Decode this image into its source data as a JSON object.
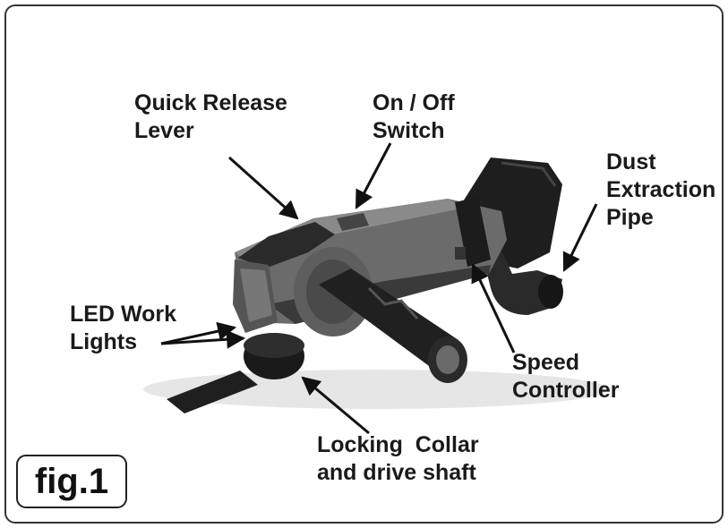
{
  "labels": {
    "quick_release": [
      "Quick Release",
      "Lever"
    ],
    "on_off": [
      "On / Off",
      "Switch"
    ],
    "dust_extraction": [
      "Dust",
      "Extraction",
      "Pipe"
    ],
    "led": [
      "LED Work",
      "Lights"
    ],
    "speed": [
      "Speed",
      "Controller"
    ],
    "locking": [
      "Locking  Collar",
      "and drive shaft"
    ]
  },
  "badge": "fig.1",
  "colors": {
    "frame": "#333333",
    "body_dark": "#1c1c1c",
    "body_grey": "#6b6b6b",
    "text": "#1a1a1a"
  }
}
